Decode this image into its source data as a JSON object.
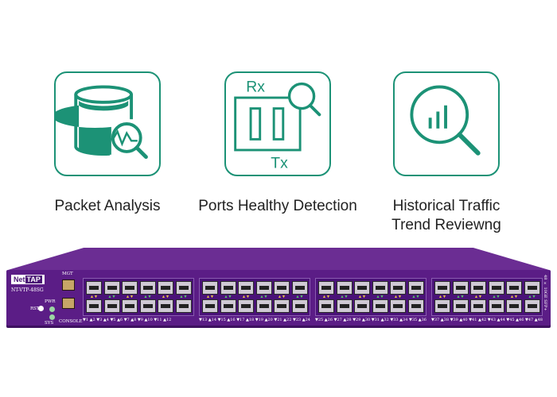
{
  "features": [
    {
      "icon": "database-analysis-icon",
      "label": "Packet Analysis"
    },
    {
      "icon": "ports-inspection-icon",
      "label": "Ports Healthy Detection",
      "rx": "Rx",
      "tx": "Tx"
    },
    {
      "icon": "trend-search-icon",
      "label": "Historical Traffic\nTrend Reviewng"
    }
  ],
  "colors": {
    "accent": "#1c9276",
    "chassis": "#5b1d86"
  },
  "device": {
    "logo_left": "Net",
    "logo_right": "TAP",
    "model": "NT-VTP-48SG",
    "mgt_label": "MGT",
    "console_label": "CONSOLE",
    "pwr_label": "PWR",
    "sys_label": "SYS",
    "rst_label": "RST",
    "side_label": "48 × 10GE SFP+",
    "port_labels": [
      "▼1 ▲2  ▼3 ▲4  ▼5 ▲6  ▼7 ▲8  ▼9 ▲10 ▼11 ▲12",
      "▼13 ▲14 ▼15 ▲16 ▼17 ▲18 ▼19 ▲20 ▼21 ▲22 ▼23 ▲24",
      "▼25 ▲26 ▼27 ▲28 ▼29 ▲30 ▼31 ▲32 ▼33 ▲34 ▼35 ▲36",
      "▼37 ▲38 ▼39 ▲40 ▼41 ▲42 ▼43 ▲44 ▼45 ▲46 ▼47 ▲48"
    ]
  }
}
